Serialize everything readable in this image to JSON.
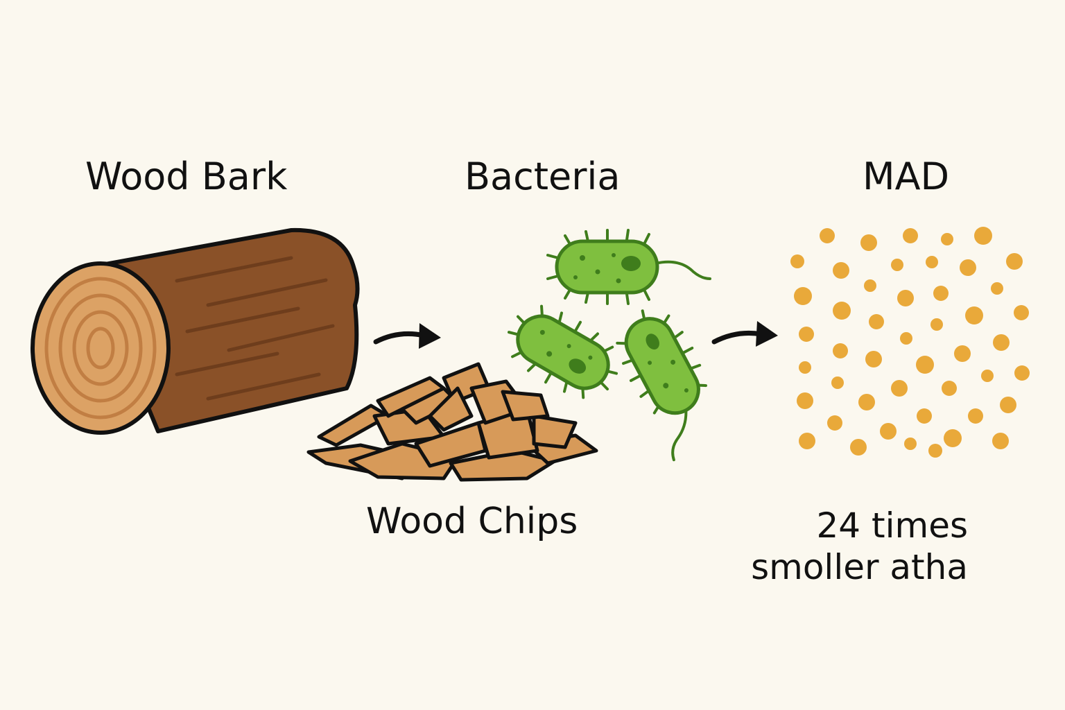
{
  "title": "",
  "stages": {
    "wood_bark": {
      "label": "Wood Bark",
      "icon": "log-icon"
    },
    "bacteria": {
      "label": "Bacteria",
      "icon": "bacteria-icon"
    },
    "mad": {
      "label": "MAD",
      "icon": "particles-icon"
    }
  },
  "wood_chips": {
    "label": "Wood Chips",
    "icon": "wood-chips-icon"
  },
  "mad_caption": {
    "line1": "24 times",
    "line2": "smoller atha"
  },
  "arrows": [
    "arrow-right-icon",
    "arrow-right-icon"
  ],
  "colors": {
    "background": "#fbf8ef",
    "bark": "#8a5128",
    "bark_dark": "#6e3d1c",
    "wood_face": "#dca265",
    "ring": "#c17e43",
    "chip": "#d79a59",
    "bacteria": "#7fbf3f",
    "bacteria_outline": "#3f7d1c",
    "particle": "#e9a93a"
  }
}
